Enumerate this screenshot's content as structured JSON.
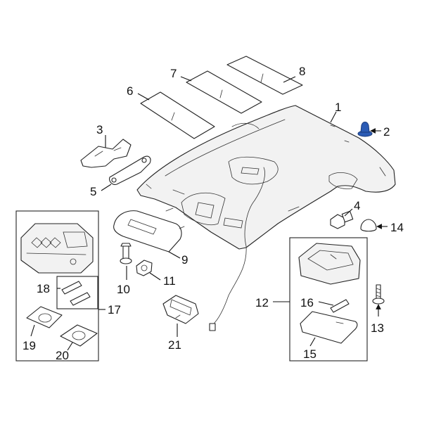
{
  "diagram": {
    "highlight_color": "#2b5bb5",
    "highlighted_part": "2",
    "callouts": {
      "c1": "1",
      "c2": "2",
      "c3": "3",
      "c4": "4",
      "c5": "5",
      "c6": "6",
      "c7": "7",
      "c8": "8",
      "c9": "9",
      "c10": "10",
      "c11": "11",
      "c12": "12",
      "c13": "13",
      "c14": "14",
      "c15": "15",
      "c16": "16",
      "c17": "17",
      "c18": "18",
      "c19": "19",
      "c20": "20",
      "c21": "21"
    }
  }
}
